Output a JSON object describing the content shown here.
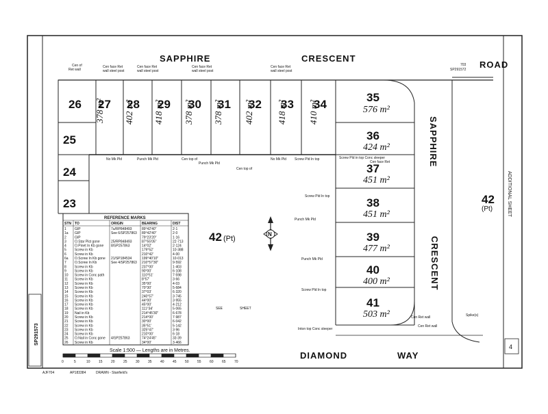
{
  "plan": {
    "plan_number": "SP291573",
    "sheet_number": "4",
    "roads": {
      "sapphire_crescent_top_1": "SAPPHIRE",
      "sapphire_crescent_top_2": "CRESCENT",
      "sapphire_right": "SAPPHIRE",
      "crescent_right": "CRESCENT",
      "sapphire_road": "ROAD",
      "diamond": "DIAMOND",
      "way": "WAY"
    },
    "road_ref": {
      "num": "703",
      "plan": "SP291572"
    },
    "additional_sheet": "ADDITIONAL SHEET",
    "lot42": {
      "num": "42",
      "suffix": "(Pt)"
    },
    "lot42_right": {
      "num": "42",
      "suffix": "(Pt)"
    },
    "see_sheet": "SEE SHEET",
    "north": "N",
    "scale_text": "Scale 1:500 — Lengths are in Metres.",
    "scale_ticks": [
      "0",
      "5",
      "10",
      "15",
      "20",
      "25",
      "30",
      "35",
      "40",
      "45",
      "50",
      "55",
      "60",
      "65",
      "70"
    ],
    "footer": {
      "left": "AJF704",
      "mid": "AP183384",
      "right": "DRAWN - Stanfield's"
    }
  },
  "lots_top": [
    {
      "num": "26",
      "area": ""
    },
    {
      "num": "27",
      "area": "378 m²"
    },
    {
      "num": "28",
      "area": "402 m²"
    },
    {
      "num": "29",
      "area": "418 m²"
    },
    {
      "num": "30",
      "area": "378 m²"
    },
    {
      "num": "31",
      "area": "378 m²"
    },
    {
      "num": "32",
      "area": "402 m²"
    },
    {
      "num": "33",
      "area": "418 m²"
    },
    {
      "num": "34",
      "area": "410 m²"
    }
  ],
  "lots_left": [
    {
      "num": "25"
    },
    {
      "num": "24"
    },
    {
      "num": "23"
    }
  ],
  "lots_right": [
    {
      "num": "35",
      "area": "576 m²"
    },
    {
      "num": "36",
      "area": "424 m²"
    },
    {
      "num": "37",
      "area": "451 m²"
    },
    {
      "num": "38",
      "area": "451 m²"
    },
    {
      "num": "39",
      "area": "477 m²"
    },
    {
      "num": "40",
      "area": "400 m²"
    },
    {
      "num": "41",
      "area": "503 m²"
    }
  ],
  "reference_marks": {
    "title": "REFERENCE MARKS",
    "headers": [
      "STN",
      "TO",
      "ORIGIN",
      "BEARING",
      "DIST"
    ],
    "rows": [
      [
        "1",
        "GIP",
        "7u/RP848493",
        "89°42'40\"",
        "2·1"
      ],
      [
        "1a",
        "GIP",
        "See 6/SP257863",
        "89°42'40\"",
        "2·0"
      ],
      [
        "2",
        "GIP",
        "",
        "79°23'20\"",
        "1·16"
      ],
      [
        "3",
        "O.Star Pist gone",
        "25/RP848493",
        "87°55'05\"",
        "22·713"
      ],
      [
        "4",
        "O.Pinet In Kb gone",
        "8/SP257863",
        "14°02'",
        "2·124"
      ],
      [
        "5",
        "Screw in Kb",
        "",
        "179°52'",
        "10·388"
      ],
      [
        "6",
        "Screw in Kb",
        "",
        "210°42'",
        "4·00"
      ],
      [
        "6a",
        "O.Screw In Kb gone",
        "21/SP184534",
        "199°40'10\"",
        "10·013"
      ],
      [
        "7",
        "O.Screw In Kb",
        "See 4/SP257863",
        "210°57'30\"",
        "9·592"
      ],
      [
        "8",
        "Screw in Kb",
        "",
        "237°00'",
        "1·403"
      ],
      [
        "9",
        "Screw in Kb",
        "",
        "90°00'",
        "6·108"
      ],
      [
        "10",
        "Screw in Conc path",
        "",
        "110°51'",
        "7·598"
      ],
      [
        "11",
        "Screw in Kb",
        "",
        "8°57'",
        "3·66"
      ],
      [
        "12",
        "Screw in Kb",
        "",
        "35°00'",
        "4·03"
      ],
      [
        "13",
        "Screw in Kb",
        "",
        "70°30'",
        "5·684"
      ],
      [
        "14",
        "Screw in Kb",
        "",
        "37°03'",
        "6·320"
      ],
      [
        "15",
        "Screw in Kb",
        "",
        "240°57'",
        "3·745"
      ],
      [
        "16",
        "Screw in Kb",
        "",
        "44°00'",
        "3·955"
      ],
      [
        "17",
        "Screw in Kb",
        "",
        "45°00'",
        "4·212"
      ],
      [
        "18",
        "Screw in Kb",
        "",
        "111°34'",
        "5·065"
      ],
      [
        "19",
        "Nail in Kb",
        "",
        "214°45'30\"",
        "6·678"
      ],
      [
        "20",
        "Screw in Kb",
        "",
        "214°00'",
        "7·987"
      ],
      [
        "21",
        "Screw in Kb",
        "",
        "30°00'",
        "6·042"
      ],
      [
        "22",
        "Screw in Kb",
        "",
        "35°51'",
        "5·142"
      ],
      [
        "23",
        "Screw in Kb",
        "",
        "325°47'",
        "3·96"
      ],
      [
        "24",
        "Screw in Kb",
        "",
        "210°00'",
        "6·18"
      ],
      [
        "25",
        "O.Nail in Conc gone",
        "4/SP257863",
        "74°24'45\"",
        "33·39"
      ],
      [
        "26",
        "Screw in Kb",
        "",
        "34°00'",
        "3·466"
      ]
    ]
  }
}
